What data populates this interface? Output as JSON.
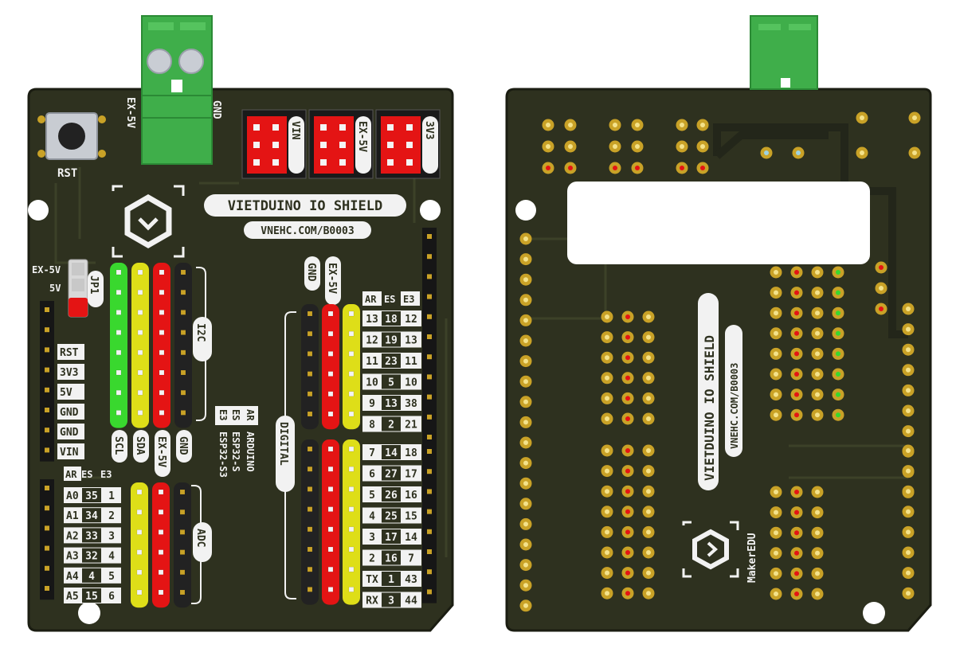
{
  "front": {
    "title": "VIETDUINO IO SHIELD",
    "url": "VNEHC.COM/B0003",
    "rst_button": "RST",
    "terminal_labels": [
      "EX-5V",
      "GND"
    ],
    "power_headers": [
      "VIN",
      "EX-5V",
      "3V3"
    ],
    "jumper": {
      "name": "JP1",
      "options": [
        "EX-5V",
        "5V"
      ]
    },
    "power_pins": [
      "RST",
      "3V3",
      "5V",
      "GND",
      "GND",
      "VIN"
    ],
    "i2c": {
      "label": "I2C",
      "columns": [
        "SCL",
        "SDA",
        "EX-5V",
        "GND"
      ]
    },
    "adc": {
      "label": "ADC",
      "header": [
        "AR",
        "ES",
        "E3"
      ],
      "rows": [
        [
          "A0",
          "35",
          "1"
        ],
        [
          "A1",
          "34",
          "2"
        ],
        [
          "A2",
          "33",
          "3"
        ],
        [
          "A3",
          "32",
          "4"
        ],
        [
          "A4",
          "4",
          "5"
        ],
        [
          "A5",
          "15",
          "6"
        ]
      ]
    },
    "legend": [
      {
        "abbr": "AR",
        "full": "ARDUINO"
      },
      {
        "abbr": "ES",
        "full": "ESP32-S"
      },
      {
        "abbr": "E3",
        "full": "ESP32-S3"
      }
    ],
    "digital": {
      "label": "DIGITAL",
      "column_labels": [
        "GND",
        "EX-5V"
      ],
      "header": [
        "AR",
        "ES",
        "E3"
      ],
      "rows_top": [
        [
          "13",
          "18",
          "12"
        ],
        [
          "12",
          "19",
          "13"
        ],
        [
          "11",
          "23",
          "11"
        ],
        [
          "10",
          "5",
          "10"
        ],
        [
          "9",
          "13",
          "38"
        ],
        [
          "8",
          "2",
          "21"
        ]
      ],
      "rows_bottom": [
        [
          "7",
          "14",
          "18"
        ],
        [
          "6",
          "27",
          "17"
        ],
        [
          "5",
          "26",
          "16"
        ],
        [
          "4",
          "25",
          "15"
        ],
        [
          "3",
          "17",
          "14"
        ],
        [
          "2",
          "16",
          "7"
        ],
        [
          "TX",
          "1",
          "43"
        ],
        [
          "RX",
          "3",
          "44"
        ]
      ]
    }
  },
  "back": {
    "title": "VIETDUINO IO SHIELD",
    "url": "VNEHC.COM/B0003",
    "brand": "MakerEDU"
  },
  "colors": {
    "pcb": "#2e311f",
    "pcb_edge": "#1b1d12",
    "silk": "#f2f2f2",
    "terminal": "#3fae4a",
    "red": "#e41414",
    "yellow": "#dede18",
    "green": "#39d82e",
    "black": "#222222",
    "gold": "#c9a227"
  }
}
